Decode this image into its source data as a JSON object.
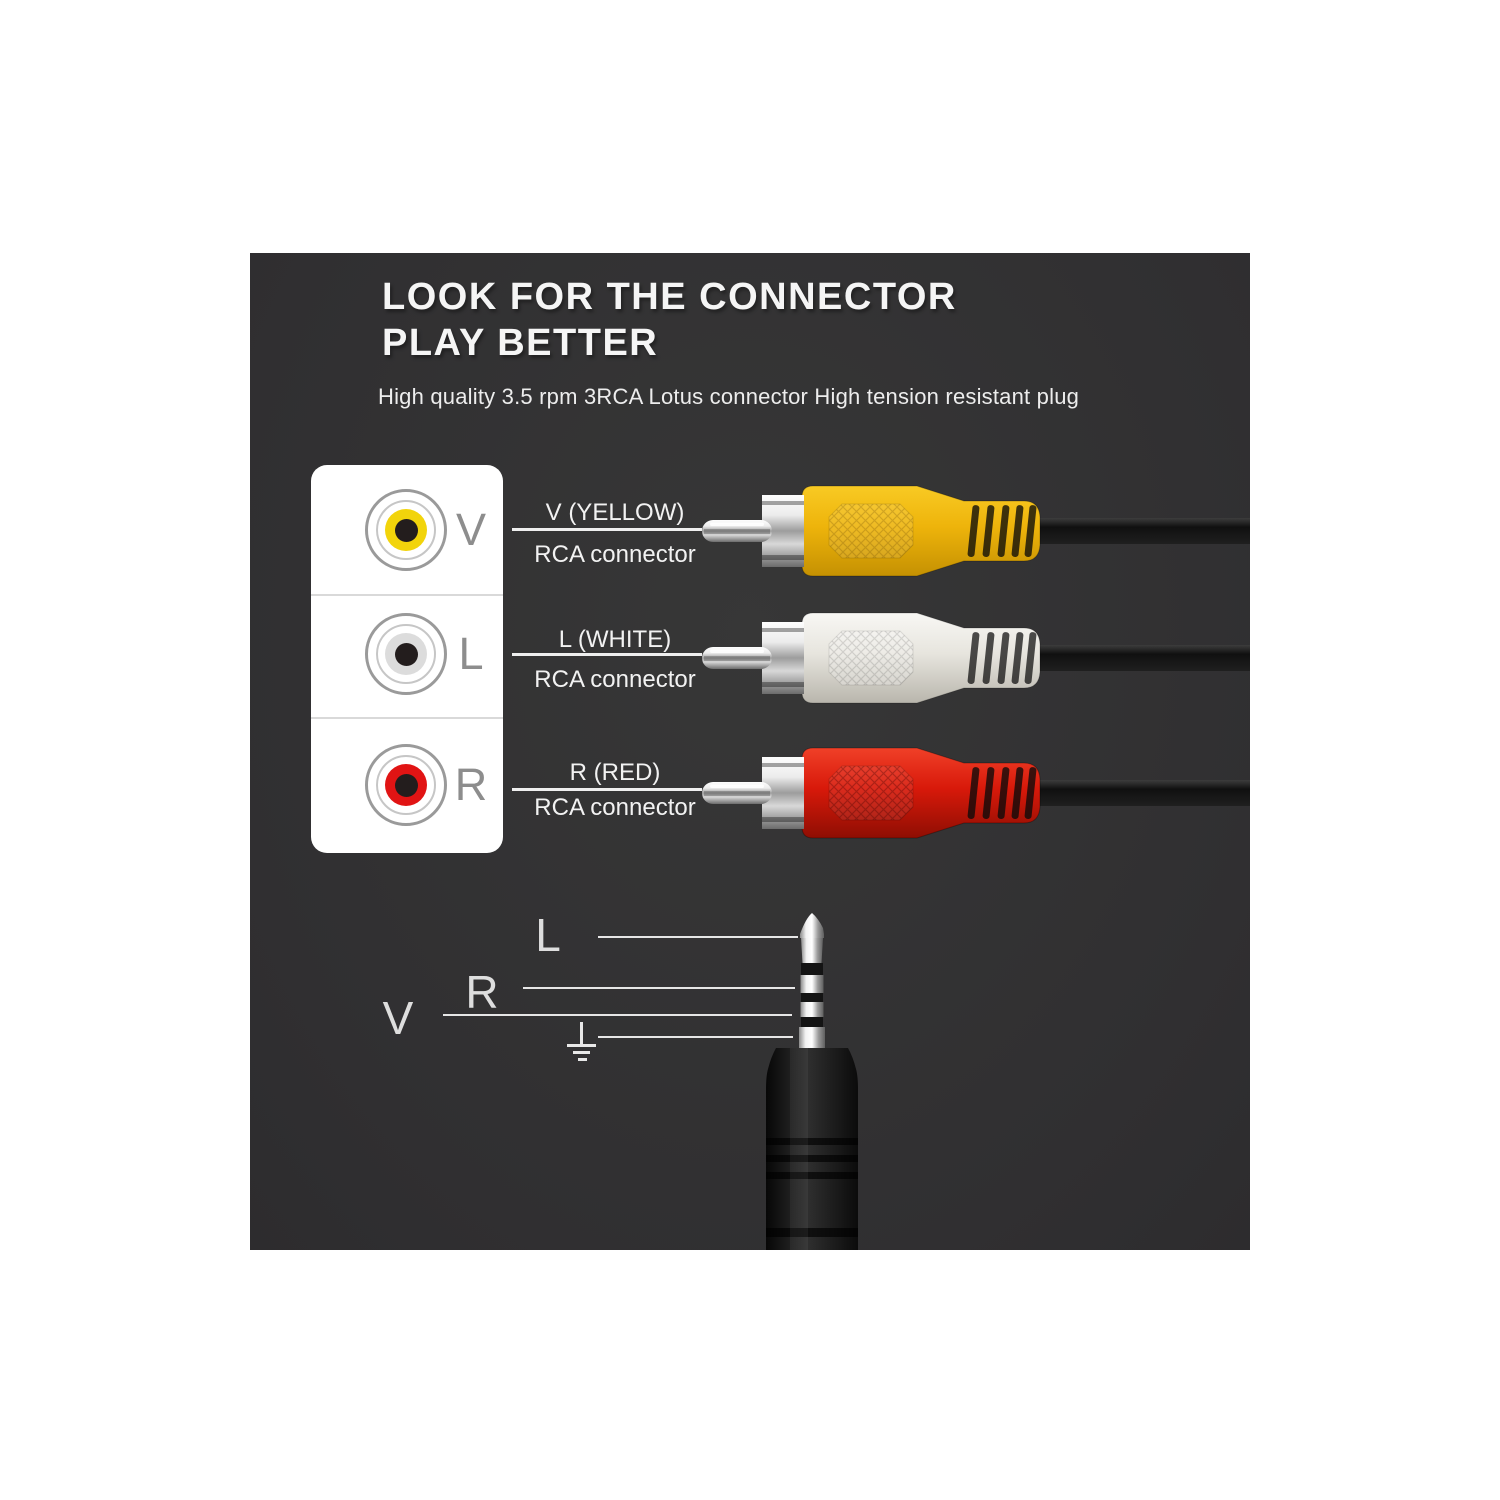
{
  "header": {
    "title_line1": "LOOK FOR THE CONNECTOR",
    "title_line2": "PLAY BETTER",
    "subtitle": "High quality 3.5 rpm 3RCA Lotus connector High tension resistant plug"
  },
  "ports_panel": {
    "ports": [
      {
        "letter": "V",
        "color": "#f2d40b"
      },
      {
        "letter": "L",
        "color": "#dcdcdc"
      },
      {
        "letter": "R",
        "color": "#e11414"
      }
    ],
    "center_dot_color": "#231d1d"
  },
  "connector_rows": [
    {
      "label": "V (YELLOW)",
      "sublabel": "RCA connector",
      "plug_color": "#eeb40b"
    },
    {
      "label": "L (WHITE)",
      "sublabel": "RCA connector",
      "plug_color": "#e7e5de"
    },
    {
      "label": "R (RED)",
      "sublabel": "RCA connector",
      "plug_color": "#d8190a"
    }
  ],
  "plug_diagram": {
    "labels": [
      "L",
      "R",
      "V"
    ],
    "ground_icon": "earth-ground-symbol"
  },
  "colors": {
    "page_background": "#ffffff",
    "panel_background": "#333234",
    "text_primary": "#f2f2f2",
    "cable_black": "#161616",
    "port_letter_gray": "#8d8d8d"
  }
}
